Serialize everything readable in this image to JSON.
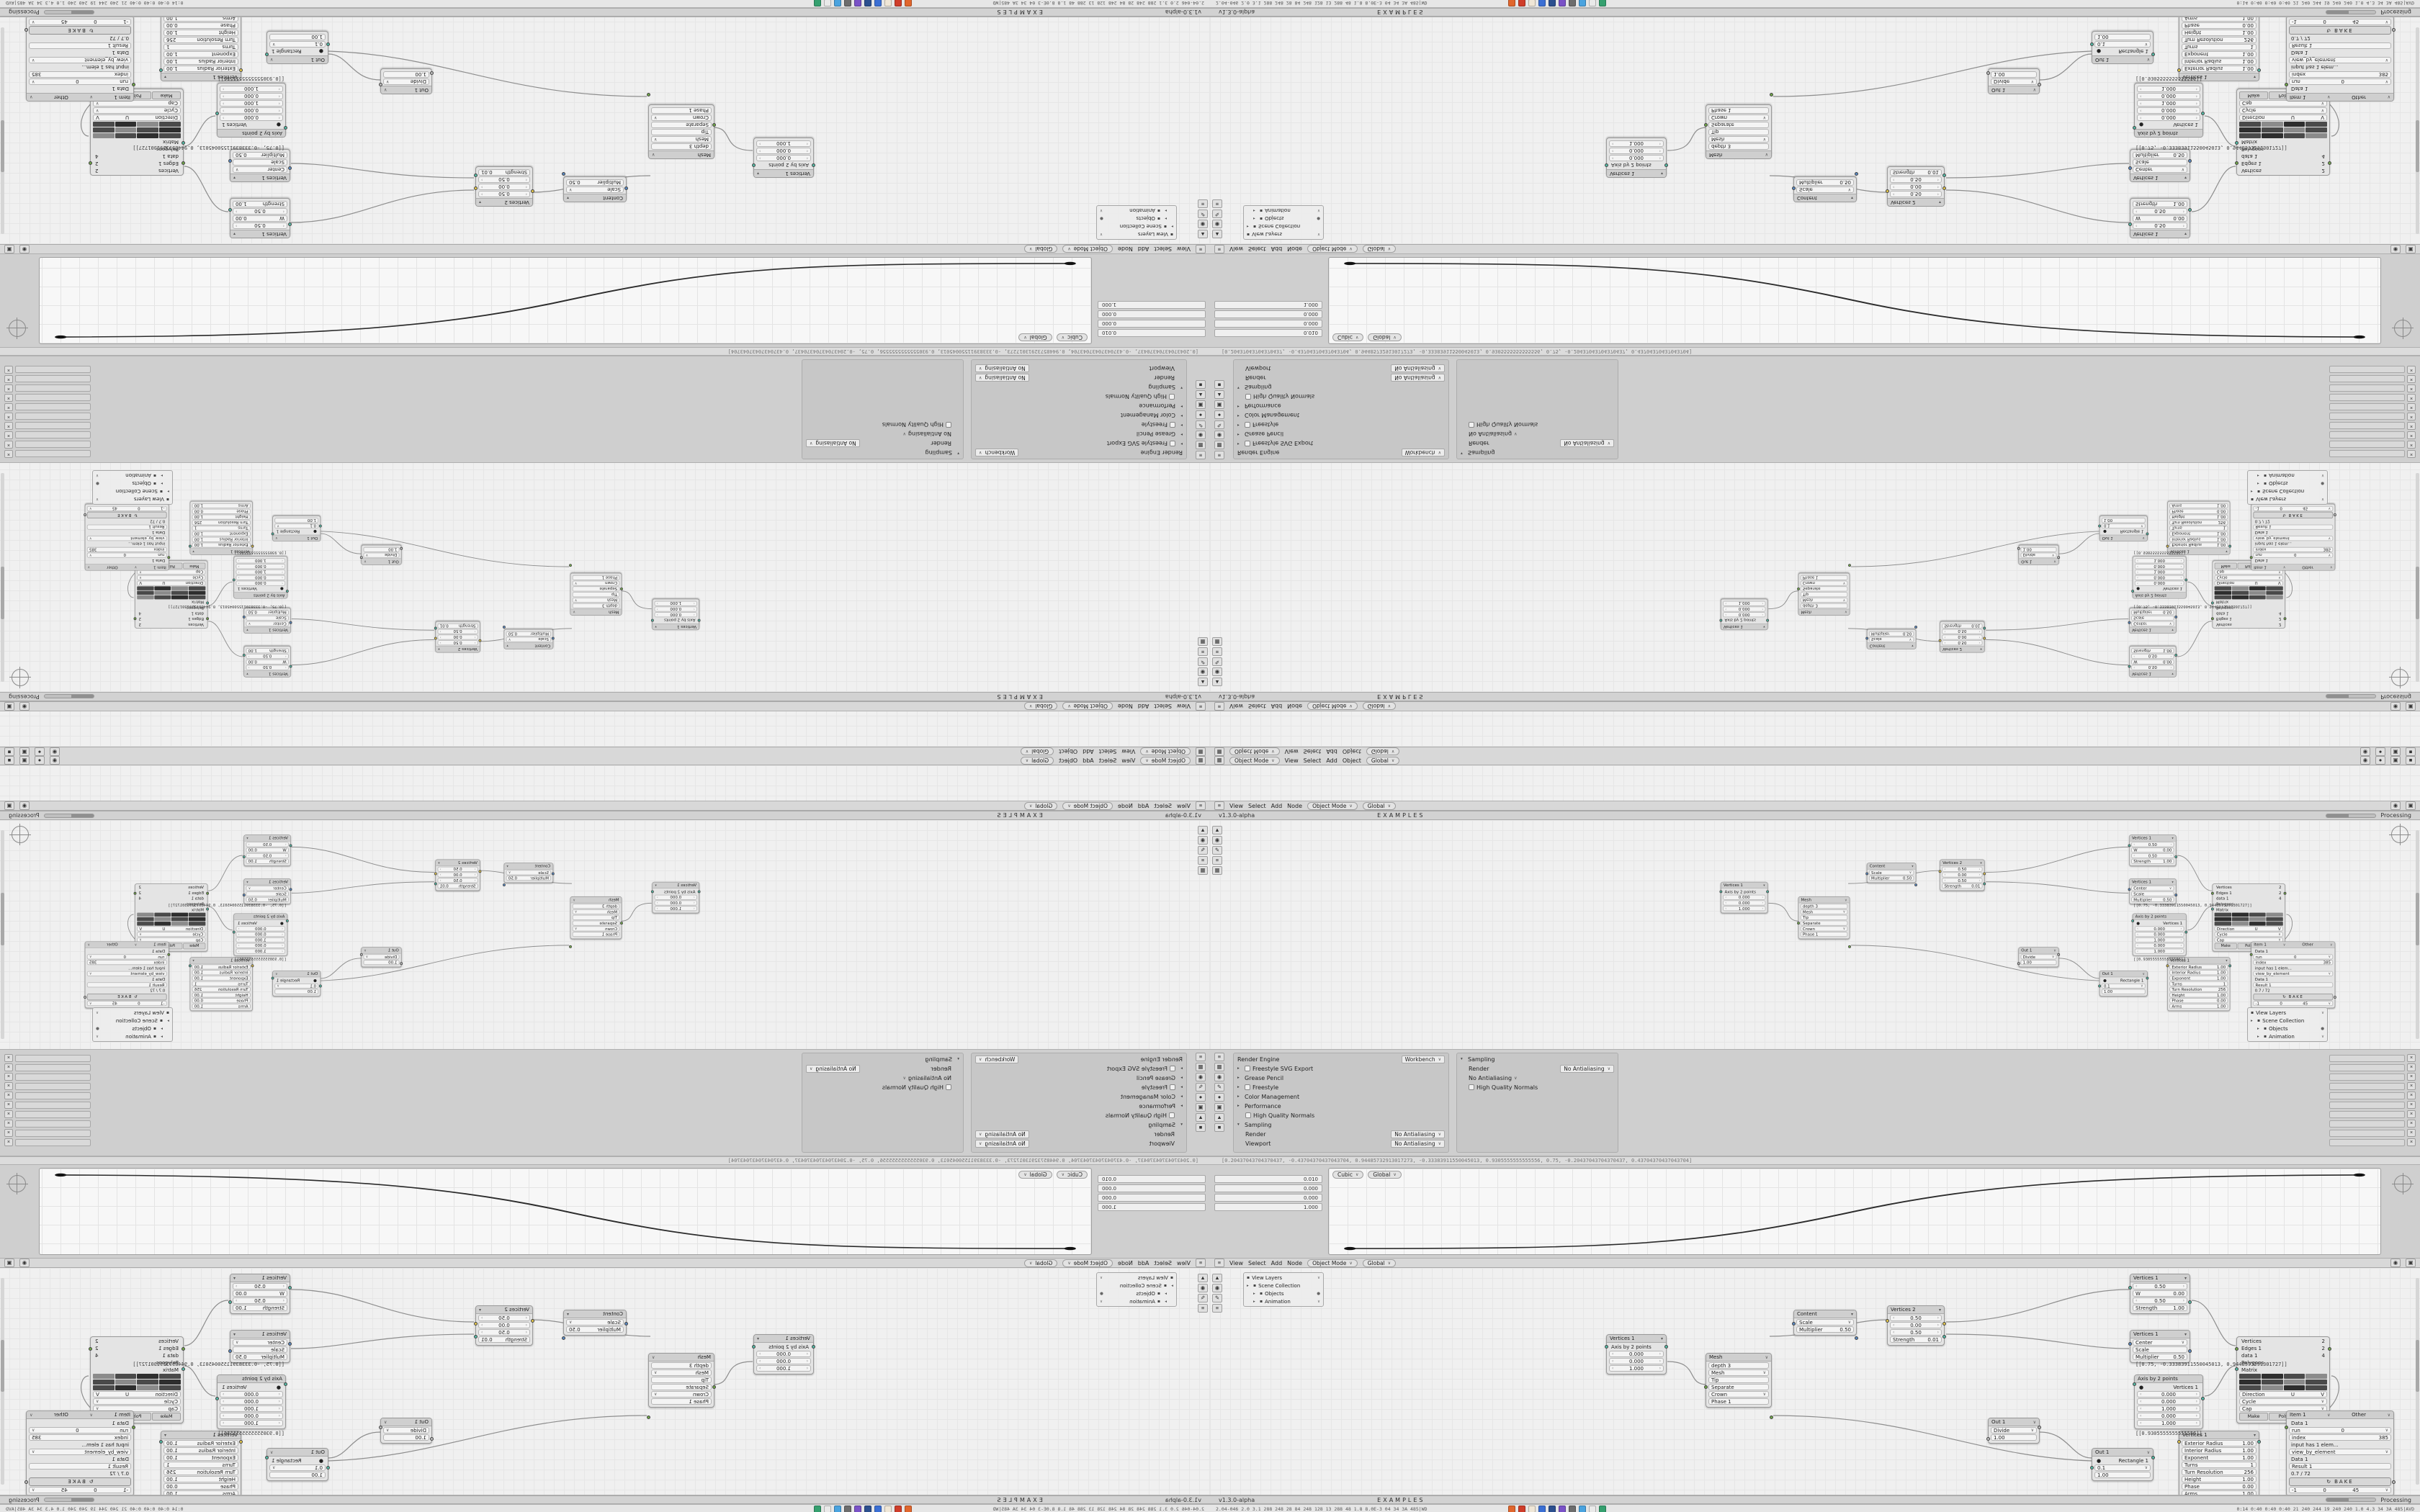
{
  "app": {
    "version": "v1.3.0-alpha",
    "scene": "EXAMPLES",
    "status": "Processing"
  },
  "colors": {
    "accent": "#4772b3",
    "socket_yellow": "#e6c84b",
    "socket_teal": "#53bca7",
    "socket_blue": "#598ac5",
    "socket_green": "#71a849",
    "curve_line": "#2b2b2b"
  },
  "taskbar": {
    "stats_left": "2.04-046 2.0 3.1 288 248 28 84 248 128 13 288 48 1.8 8.0E-3 04 34 3A 485|WD",
    "stats_right": "0:14 0:40 0:40 0:40 21 240 244 19 240 240 1.0 4.3 34 3A 485|AVD",
    "icons": [
      {
        "name": "launcher-orange",
        "color": "#e1662d"
      },
      {
        "name": "launcher-red",
        "color": "#cf3d2a"
      },
      {
        "name": "launcher-cream",
        "color": "#efe6d6"
      },
      {
        "name": "launcher-blue",
        "color": "#3b6fd4"
      },
      {
        "name": "launcher-navy",
        "color": "#2c4f8f"
      },
      {
        "name": "launcher-purple",
        "color": "#7a52c7"
      },
      {
        "name": "launcher-gray",
        "color": "#6d6d6d"
      },
      {
        "name": "launcher-sky",
        "color": "#4aa3df"
      },
      {
        "name": "launcher-white",
        "color": "#e9e9e9"
      },
      {
        "name": "launcher-green",
        "color": "#35a06f"
      }
    ]
  },
  "header_viewport": {
    "mode": "Object Mode",
    "orientation": "Global",
    "menus": [
      "View",
      "Select",
      "Add",
      "Object"
    ]
  },
  "header_node": {
    "mode": "Object Mode",
    "orientation": "Global",
    "menus": [
      "View",
      "Select",
      "Add",
      "Node"
    ]
  },
  "console_strip": "[0.20437043704370437, -0.43704370437043704, 0.94485732913017273, -0.33383911550045013, 0.9305555555555556, 0.75, -0.20437043704370437, 0.43704370437043704]",
  "outliner": {
    "view_layers": "View Layers",
    "scene_collection": "Scene Collection",
    "objects": "Objects",
    "animation": "Animation"
  },
  "properties": {
    "rows": [
      {
        "label": "Render Engine",
        "value": "Workbench"
      },
      {
        "label": "Freestyle SVG Export",
        "value": "",
        "checked": false
      },
      {
        "label": "Grease Pencil",
        "value": ""
      },
      {
        "label": "Freestyle",
        "value": "",
        "checked": false
      },
      {
        "label": "Color Management",
        "value": ""
      },
      {
        "label": "Performance",
        "value": ""
      },
      {
        "label": "High Quality Normals",
        "value": "",
        "checked": false
      },
      {
        "label": "Sampling",
        "value": ""
      },
      {
        "label": "Render",
        "value": "No Antialiasing"
      },
      {
        "label": "Viewport",
        "value": "No Antialiasing"
      }
    ],
    "aux": [
      "0.010",
      "0.000",
      "0.000",
      "1.000"
    ]
  },
  "curve": {
    "pill_left": "Cubic",
    "pill_right": "Global"
  },
  "floats": {
    "vec": "[[0.75, -0.33383911550045013, 0.9448573291301727]]",
    "scalar": "[[0.9305555555555556]]"
  },
  "nodes": {
    "v1a": {
      "title": "Vertices 1",
      "f0": "0.50",
      "w_label": "W",
      "f1": "0.00",
      "f2": "0.50",
      "strength_label": "Strength",
      "strength": "1.00"
    },
    "v1b": {
      "title": "Vertices 1",
      "r0": "Center",
      "r1": "Scale",
      "mult_label": "Multiplier",
      "mult": "0.50"
    },
    "axis": {
      "title": "Axis by 2 points",
      "input": "Vertices 1",
      "fields": [
        "0.000",
        "0.000",
        "1.000",
        "0.000",
        "1.000"
      ]
    },
    "axis2": {
      "title": "Vertices 1",
      "sub": "Axis by 2 points",
      "fields": [
        "0.000",
        "0.000",
        "1.000"
      ]
    },
    "profile": {
      "title": "Mesh",
      "depth": "depth 3",
      "rows": [
        "Mesh",
        "Tip",
        "Separate",
        "Crown",
        "Phase 1"
      ]
    },
    "content": {
      "title": "Content",
      "r0": "Scale",
      "mult_label": "Multiplier",
      "mult": "0.50"
    },
    "v2": {
      "title": "Vertices 2",
      "f0": "0.50",
      "f1": "0.00",
      "f2": "0.50",
      "s_label": "Strength",
      "s": "0.01"
    },
    "divide": {
      "out": "Out 1",
      "op": "Divide",
      "f": "1.00"
    },
    "rect": {
      "out": "Out 1",
      "title": "Rectangle 1",
      "f0": "0.1",
      "f1": "1.00"
    },
    "spiral": {
      "title": "Vertices 1",
      "params": [
        [
          "Exterior Radius",
          "1.00"
        ],
        [
          "Interior Radius",
          "1.00"
        ],
        [
          "Exponent",
          "1.00"
        ],
        [
          "Turns",
          "1"
        ],
        [
          "Turn Resolution",
          "256"
        ],
        [
          "Height",
          "1.00"
        ],
        [
          "Phase",
          "0.00"
        ],
        [
          "Arms",
          "1.00"
        ]
      ]
    },
    "grid": {
      "headers": [
        [
          "Vertices",
          "2"
        ],
        [
          "Edges 1",
          "2"
        ],
        [
          "data 1",
          "4"
        ],
        [
          "Polygons",
          ""
        ]
      ],
      "matrix_label": "Matrix",
      "dir_label": "Direction",
      "dir_u": "U",
      "dir_v": "V",
      "row_cycle": "Cycle",
      "row_cap": "Cap",
      "tabs": [
        "Make",
        "Pols",
        "Edges"
      ]
    },
    "bake": {
      "item": "Item 1",
      "other": "Other",
      "data1": "Data 1",
      "run_label": "run",
      "run": "0",
      "index_label": "index",
      "index": "385",
      "note": "input has 1 elem...",
      "view": "view_by_element",
      "data2": "Data 1",
      "result": "Result 1",
      "frac": "0.7 / 72",
      "bake": "BAKE",
      "t0": "-1",
      "t1": "0",
      "t2": "45"
    }
  }
}
